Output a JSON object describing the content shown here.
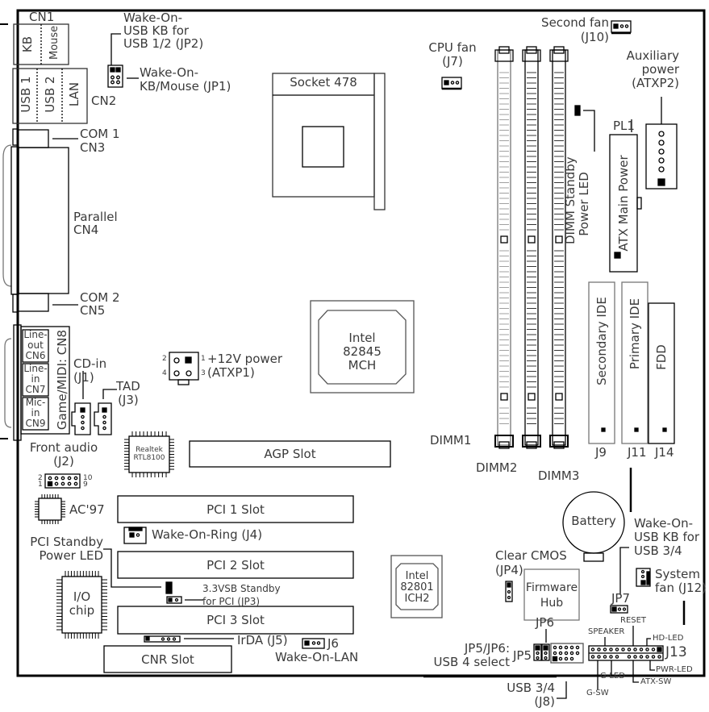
{
  "title": "Motherboard layout diagram",
  "rear_io": {
    "cn1": "CN1",
    "kb": "KB",
    "mouse": "Mouse",
    "usb1": "USB 1",
    "usb2": "USB 2",
    "lan": "LAN",
    "cn2": "CN2",
    "com1": "COM 1",
    "cn3": "CN3",
    "parallel": "Parallel",
    "cn4": "CN4",
    "com2": "COM 2",
    "cn5": "CN5",
    "lineout": [
      "Line-",
      "out",
      "CN6"
    ],
    "linein": [
      "Line-",
      "in",
      "CN7"
    ],
    "micin": [
      "Mic-",
      "in",
      "CN9"
    ],
    "game_midi": "Game/MIDI: CN8"
  },
  "jumpers_top": {
    "jp2": [
      "Wake-On-",
      "USB KB for",
      "USB 1/2 (JP2)"
    ],
    "jp1": [
      "Wake-On-",
      "KB/Mouse (JP1)"
    ]
  },
  "cpu": {
    "socket": "Socket 478",
    "cpu_fan": [
      "CPU fan",
      "(J7)"
    ],
    "second_fan": [
      "Second fan",
      "(J10)"
    ]
  },
  "power": {
    "aux": [
      "Auxiliary",
      "power",
      "(ATXP2)"
    ],
    "pl1": "PL1",
    "atx_main": "ATX Main Power",
    "dimm_led": [
      "DIMM Standby",
      "Power LED"
    ],
    "p12v": [
      "+12V power",
      "(ATXP1)"
    ],
    "pin_labels": [
      "2",
      "1",
      "4",
      "3"
    ]
  },
  "chips": {
    "mch": [
      "Intel",
      "82845",
      "MCH"
    ],
    "ich": [
      "Intel",
      "82801",
      "ICH2"
    ],
    "realtek": [
      "Realtek",
      "RTL8100"
    ],
    "ac97": "AC'97",
    "io": [
      "I/O",
      "chip"
    ],
    "firmware": [
      "Firmware",
      "Hub"
    ],
    "battery": "Battery"
  },
  "memory": {
    "dimm1": "DIMM1",
    "dimm2": "DIMM2",
    "dimm3": "DIMM3"
  },
  "storage": {
    "secondary_ide": "Secondary IDE",
    "primary_ide": "Primary IDE",
    "fdd": "FDD",
    "j9": "J9",
    "j11": "J11",
    "j14": "J14"
  },
  "audio": {
    "cdin": [
      "CD-in",
      "(J1)"
    ],
    "tad": [
      "TAD",
      "(J3)"
    ],
    "front_audio": [
      "Front audio",
      "(J2)"
    ],
    "fa_pins": [
      "2",
      "1",
      "10",
      "9"
    ]
  },
  "slots": {
    "agp": "AGP Slot",
    "pci1": "PCI 1 Slot",
    "pci2": "PCI 2 Slot",
    "pci3": "PCI 3 Slot",
    "cnr": "CNR Slot"
  },
  "misc": {
    "wor": "Wake-On-Ring (J4)",
    "pci_led": [
      "PCI Standby",
      "Power LED"
    ],
    "jp3": [
      "3.3VSB Standby",
      "for PCI (JP3)"
    ],
    "irda": "IrDA (J5)",
    "j6": "J6",
    "wol": "Wake-On-LAN",
    "clear_cmos": [
      "Clear CMOS",
      "(JP4)"
    ],
    "jp7_label": [
      "Wake-On-",
      "USB KB for",
      "USB 3/4"
    ],
    "jp7": "JP7",
    "sysfan": [
      "System",
      "fan (J12)"
    ],
    "jp6": "JP6",
    "jp5": "JP5",
    "usb4sel": [
      "JP5/JP6:",
      "USB 4 select"
    ],
    "usb34": [
      "USB 3/4",
      "(J8)"
    ],
    "j13": "J13",
    "speaker": "SPEAKER",
    "reset": "RESET",
    "hdled": "HD-LED",
    "pwrled": "PWR-LED",
    "atxsw": "ATX-SW",
    "gled": "G-LED",
    "gsw": "G-SW"
  }
}
